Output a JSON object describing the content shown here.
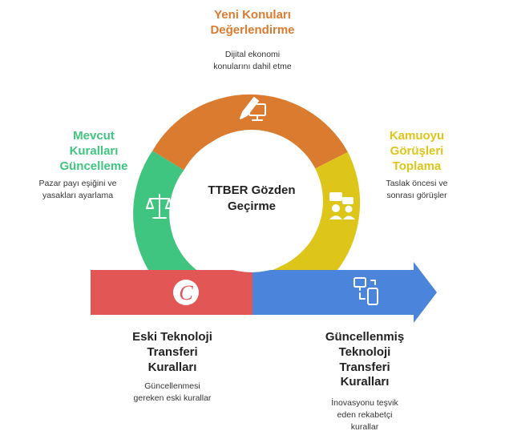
{
  "colors": {
    "orange": "#DB7B30",
    "yellow": "#DDC519",
    "green": "#3FC57F",
    "red": "#E25656",
    "blue": "#4A84DB",
    "dark_text": "#333333"
  },
  "center": {
    "label": "TTBER Gözden\nGeçirme"
  },
  "top": {
    "title": "Yeni Konuları\nDeğerlendirme",
    "desc": "Dijital ekonomi\nkonularını dahil etme",
    "icon": "pen-monitor-icon"
  },
  "right": {
    "title": "Kamuoyu\nGörüşleri\nToplama",
    "desc": "Taslak öncesi ve\nsonrası görüşler",
    "icon": "people-chat-icon"
  },
  "left": {
    "title": "Mevcut\nKuralları\nGüncelleme",
    "desc": "Pazar payı eşiğini ve\nyasakları ayarlama",
    "icon": "scales-icon"
  },
  "bottom_left": {
    "title": "Eski Teknoloji\nTransferi\nKuralları",
    "desc": "Güncellenmesi\ngereken eski kurallar",
    "icon": "copyright-icon"
  },
  "bottom_right": {
    "title": "Güncellenmiş\nTeknoloji\nTransferi\nKuralları",
    "desc": "İnovasyonu teşvik\neden rekabetçi\nkurallar",
    "icon": "devices-transfer-icon"
  }
}
